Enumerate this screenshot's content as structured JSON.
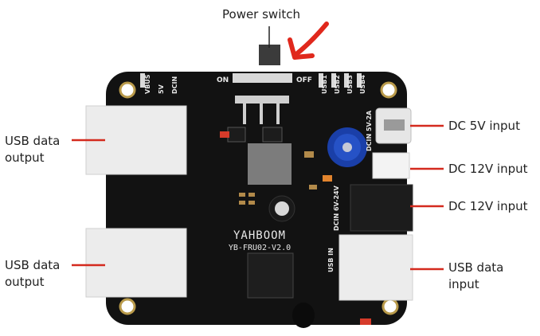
{
  "labels": {
    "power_switch": "Power switch",
    "usb_output_top": "USB data\noutput",
    "usb_output_bottom": "USB data\noutput",
    "dc_5v": "DC 5V input",
    "dc_12v_upper": "DC 12V input",
    "dc_12v_lower": "DC 12V input",
    "usb_input": "USB data\ninput"
  },
  "board": {
    "brand": "YAHBOOM",
    "model": "YB-FRU02-V2.0",
    "switch_on": "ON",
    "switch_off": "OFF",
    "vbus": "VBUS",
    "v5": "5V",
    "dcin": "DCIN",
    "usb1": "USB1",
    "usb2": "USB2",
    "usb3": "USB3",
    "usb4": "USB4",
    "dcin_5v2a": "DCIN 5V-2A",
    "dcin_6v24v": "DCIN 6V-24V",
    "usb_in": "USB IN"
  },
  "colors": {
    "pcb": "#121212",
    "leader": "#d42a1e",
    "annotation_arrow": "#e0281c",
    "silkscreen": "#e8e8e8",
    "connector": "#ececec",
    "capacitor": "#1a3fa8"
  }
}
